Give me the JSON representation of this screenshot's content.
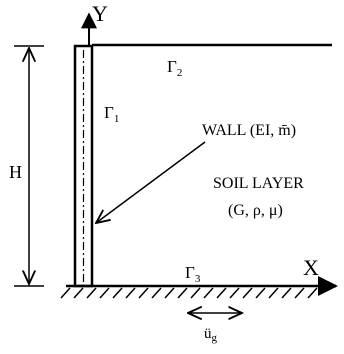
{
  "axes": {
    "y_label": "Y",
    "x_label": "X",
    "height_label": "H"
  },
  "boundaries": {
    "gamma_symbol": "Γ",
    "gamma1_sub": "1",
    "gamma2_sub": "2",
    "gamma3_sub": "3"
  },
  "wall": {
    "label": "WALL (EI, m̄)"
  },
  "soil": {
    "label_line1": "SOIL LAYER",
    "label_line2": "(G, ρ, μ)"
  },
  "excitation": {
    "base": "ü",
    "sub": "g"
  },
  "colors": {
    "ink": "#000000",
    "background": "#ffffff"
  }
}
